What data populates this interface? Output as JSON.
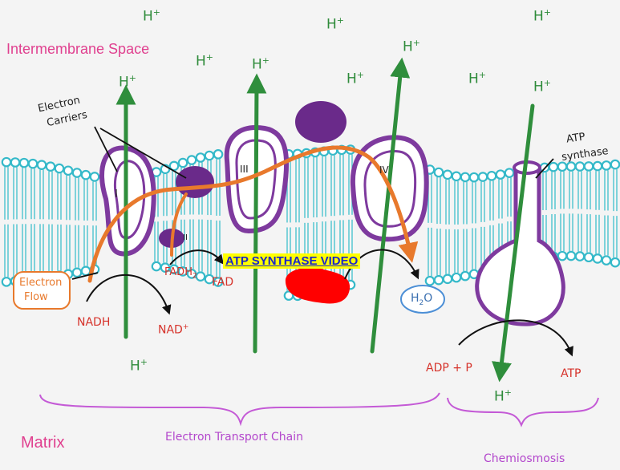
{
  "labels": {
    "intermembrane_space": "Intermembrane Space",
    "matrix": "Matrix",
    "electron_carriers_line1": "Electron",
    "electron_carriers_line2": "Carriers",
    "electron_flow_line1": "Electron",
    "electron_flow_line2": "Flow",
    "atp_synthase_line1": "ATP",
    "atp_synthase_line2": "synthase",
    "complex_1": "I",
    "complex_2": "II",
    "complex_3": "III",
    "complex_4": "IV",
    "nadh": "NADH",
    "nad_plus": "NAD",
    "nad_plus_sup": "+",
    "fadh2": "FADH",
    "fadh2_sub": "2",
    "fad": "FAD",
    "h2o": "H",
    "h2o_sub": "2",
    "h2o_tail": "O",
    "adp_p": "ADP + P",
    "atp": "ATP",
    "etc_brace": "Electron Transport Chain",
    "chemiosmosis_brace": "Chemiosmosis",
    "proton": "H",
    "proton_sup": "+"
  },
  "link": {
    "text": "ATP SYNTHASE VIDEO"
  },
  "colors": {
    "membrane_heads": "#35b9c9",
    "membrane_tails": "#4cc3cf",
    "protein_outline": "#7e3a9e",
    "protein_fill": "#6a2a8a",
    "electron_flow": "#e8792c",
    "proton_arrow": "#2f8e3c",
    "proton_text": "#2e8b3a",
    "red_text": "#d6332b",
    "region_pink": "#e0408f",
    "brace_purple": "#c45ad6",
    "water_blue": "#4c8fd6"
  }
}
